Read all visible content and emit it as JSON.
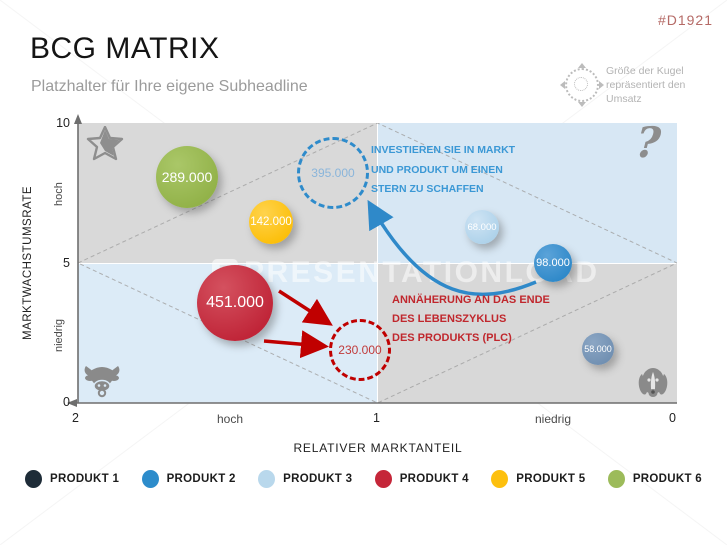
{
  "header": {
    "tag": "#D1921",
    "title": "BCG MATRIX",
    "subtitle": "Platzhalter für Ihre eigene Subheadline"
  },
  "size_note": {
    "lines": [
      "Größe der Kugel",
      "repräsentiert den",
      "Umsatz"
    ]
  },
  "watermark": {
    "logo": "P",
    "text": "PRESENTATIONLOAD"
  },
  "chart": {
    "y_axis": {
      "title": "MARKTWACHSTUMSRATE",
      "ticks": [
        "10",
        "5",
        "0"
      ],
      "zone_labels": [
        "hoch",
        "niedrig"
      ]
    },
    "x_axis": {
      "title": "RELATIVER MARKTANTEIL",
      "ticks": [
        "2",
        "1",
        "0"
      ],
      "zone_labels": [
        "hoch",
        "niedrig"
      ]
    },
    "quadrant_icons": {
      "top_left": "star",
      "top_right": "question-mark",
      "bottom_left": "cow",
      "bottom_right": "dog"
    },
    "annotations": {
      "invest": {
        "lines": [
          "INVESTIEREN SIE IN MARKT",
          "UND PRODUKT UM EINEN",
          "STERN ZU SCHAFFEN"
        ],
        "color": "#3b98d5"
      },
      "plc": {
        "lines": [
          "ANNÄHERUNG AN DAS ENDE",
          "DES LEBENSZYKLUS",
          "DES PRODUKTS (PLC)"
        ],
        "color": "#c0272d"
      }
    }
  },
  "chart_data": {
    "type": "scatter",
    "title": "BCG MATRIX",
    "xlabel": "RELATIVER MARKTANTEIL",
    "ylabel": "MARKTWACHSTUMSRATE",
    "xlim": [
      2,
      0
    ],
    "ylim": [
      0,
      10
    ],
    "x_ticks": [
      2,
      1,
      0
    ],
    "y_ticks": [
      0,
      5,
      10
    ],
    "grid": "dashed diamond connecting axis midpoints",
    "legend_position": "bottom",
    "bubbles": [
      {
        "label": "289.000",
        "value": 289000,
        "x": 1.64,
        "y": 8.1,
        "series": "PRODUKT 6",
        "color": "#97b44e",
        "style": "solid"
      },
      {
        "label": "142.000",
        "value": 142000,
        "x": 1.36,
        "y": 6.5,
        "series": "PRODUKT 5",
        "color": "#fdc00e",
        "style": "solid"
      },
      {
        "label": "451.000",
        "value": 451000,
        "x": 1.48,
        "y": 3.6,
        "series": "PRODUKT 4",
        "color": "#c3293b",
        "style": "solid"
      },
      {
        "label": "98.000",
        "value": 98000,
        "x": 0.41,
        "y": 5.0,
        "series": "PRODUKT 2",
        "color": "#338cce",
        "style": "solid"
      },
      {
        "label": "68.000",
        "value": 68000,
        "x": 0.65,
        "y": 6.3,
        "series": "PRODUKT 3",
        "color": "#b5d5ec",
        "style": "solid"
      },
      {
        "label": "58.000",
        "value": 58000,
        "x": 0.26,
        "y": 1.9,
        "series": "PRODUKT 1",
        "color": "#7592b4",
        "style": "solid"
      },
      {
        "label": "395.000",
        "value": 395000,
        "x": 1.16,
        "y": 8.3,
        "series": "ziel-stern",
        "color": "#2e8bcb",
        "style": "dashed"
      },
      {
        "label": "230.000",
        "value": 230000,
        "x": 1.07,
        "y": 2.0,
        "series": "plc-ende",
        "color": "#c00000",
        "style": "dashed"
      }
    ]
  },
  "legend": {
    "items": [
      {
        "label": "PRODUKT 1",
        "color": "#1e2c38"
      },
      {
        "label": "PRODUKT 2",
        "color": "#2d8ccb"
      },
      {
        "label": "PRODUKT 3",
        "color": "#b9d8ec"
      },
      {
        "label": "PRODUKT 4",
        "color": "#c52639"
      },
      {
        "label": "PRODUKT 5",
        "color": "#fdc00e"
      },
      {
        "label": "PRODUKT 6",
        "color": "#9cbb5a"
      }
    ]
  },
  "colors": {
    "quadrant_gray": "#d9d9d9",
    "quadrant_blue": "#d9e8f5",
    "accent_blue": "#2f89c9",
    "accent_red": "#c00000",
    "tag_red": "#b56a66"
  }
}
